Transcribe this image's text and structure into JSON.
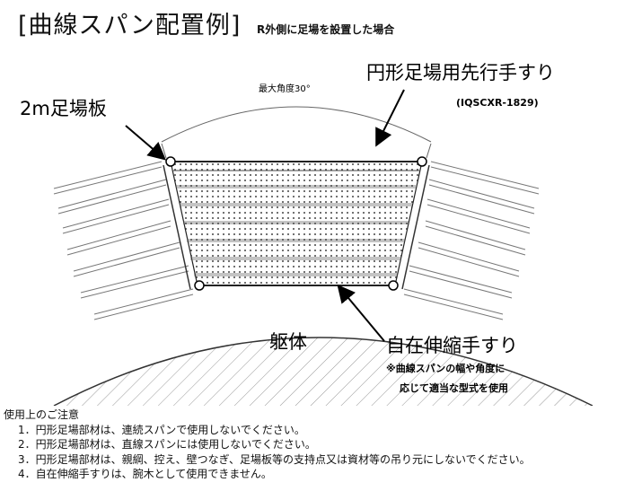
{
  "header": {
    "title": "[曲線スパン配置例]",
    "subtitle": "R外側に足場を設置した場合"
  },
  "diagram": {
    "angle_label": "最大角度30°",
    "handrail_label": "円形足場用先行手すり",
    "handrail_code": "(IQSCXR-1829)",
    "board_label": "2m足場板",
    "body_label": "躯体",
    "telescopic_label": "自在伸縮手すり",
    "telescopic_note_1": "※曲線スパンの幅や角度に",
    "telescopic_note_2": "応じて適当な型式を使用"
  },
  "notes": {
    "heading": "使用上のご注意",
    "items": [
      "1．円形足場部材は、連続スパンで使用しないでください。",
      "2．円形足場部材は、直線スパンには使用しないでください。",
      "3．円形足場部材は、親綱、控え、壁つなぎ、足場板等の支持点又は資材等の吊り元にしないでください。",
      "4．自在伸縮手すりは、腕木として使用できません。"
    ]
  }
}
